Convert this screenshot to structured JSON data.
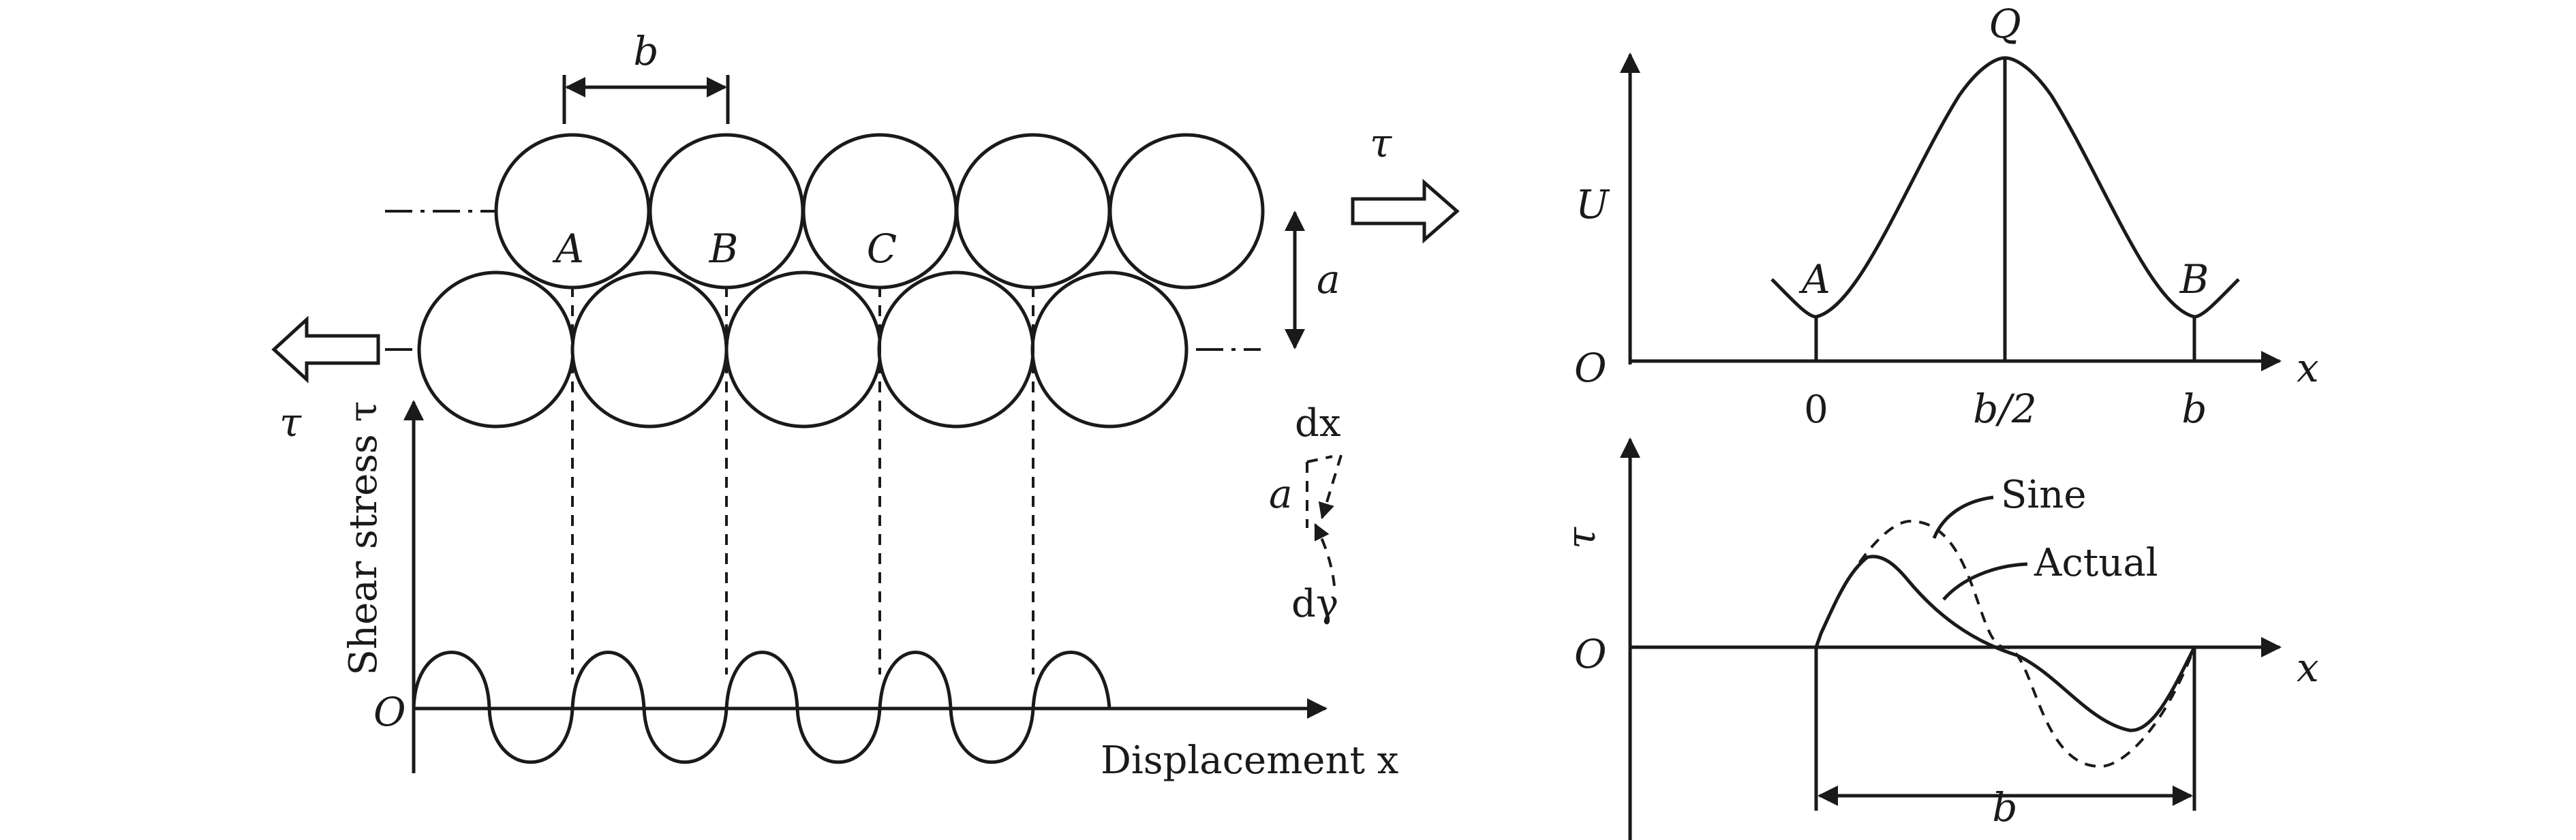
{
  "left_diagram": {
    "label_b_top": "b",
    "label_tau_right": "τ",
    "label_tau_left": "τ",
    "label_a": "a",
    "label_A": "A",
    "label_B": "B",
    "label_C": "C",
    "inset_dx": "dx",
    "inset_a": "a",
    "inset_dgamma": "dγ"
  },
  "left_plot": {
    "ylabel": "Shear stress τ",
    "xlabel": "Displacement x",
    "origin": "O"
  },
  "top_right_plot": {
    "ylabel": "U",
    "xlabel": "x",
    "origin": "O",
    "point_A": "A",
    "point_B": "B",
    "point_Q": "Q",
    "tick_0": "0",
    "tick_half": "b/2",
    "tick_b": "b"
  },
  "bottom_right_plot": {
    "ylabel": "τ",
    "xlabel": "x",
    "origin": "O",
    "legend_sine": "Sine",
    "legend_actual": "Actual",
    "span_label": "b"
  }
}
